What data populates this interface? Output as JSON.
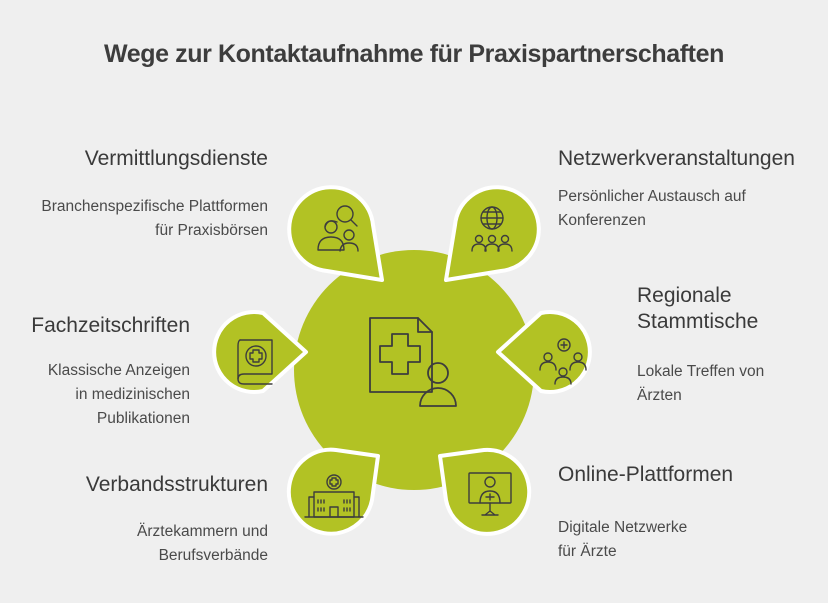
{
  "title": "Wege zur Kontaktaufnahme für Praxispartnerschaften",
  "colors": {
    "accent": "#b2c224",
    "accent_stroke": "#ffffff",
    "icon_stroke": "#3d3d3d",
    "background": "#efefef"
  },
  "center": {
    "icon": "medical-document-person-icon"
  },
  "items": [
    {
      "id": "vermittlungsdienste",
      "icon": "people-search-icon",
      "heading": "Vermittlungsdienste",
      "desc": [
        "Branchenspezifische Plattformen",
        "für Praxisbörsen"
      ]
    },
    {
      "id": "netzwerkveranstaltungen",
      "icon": "globe-group-icon",
      "heading": "Netzwerkveranstaltungen",
      "desc": [
        "Persönlicher Austausch auf",
        "Konferenzen"
      ]
    },
    {
      "id": "fachzeitschriften",
      "icon": "medical-book-icon",
      "heading": "Fachzeitschriften",
      "desc": [
        "Klassische Anzeigen",
        "in medizinischen",
        "Publikationen"
      ]
    },
    {
      "id": "regionale-stammtische",
      "icon": "doctors-meeting-icon",
      "heading": [
        "Regionale",
        "Stammtische"
      ],
      "desc": [
        "Lokale Treffen von",
        "Ärzten"
      ]
    },
    {
      "id": "verbandsstrukturen",
      "icon": "hospital-building-icon",
      "heading": "Verbandsstrukturen",
      "desc": [
        "Ärztekammern und",
        "Berufsverbände"
      ]
    },
    {
      "id": "online-plattformen",
      "icon": "computer-doctor-icon",
      "heading": "Online-Plattformen",
      "desc": [
        "Digitale Netzwerke",
        "für Ärzte"
      ]
    }
  ]
}
